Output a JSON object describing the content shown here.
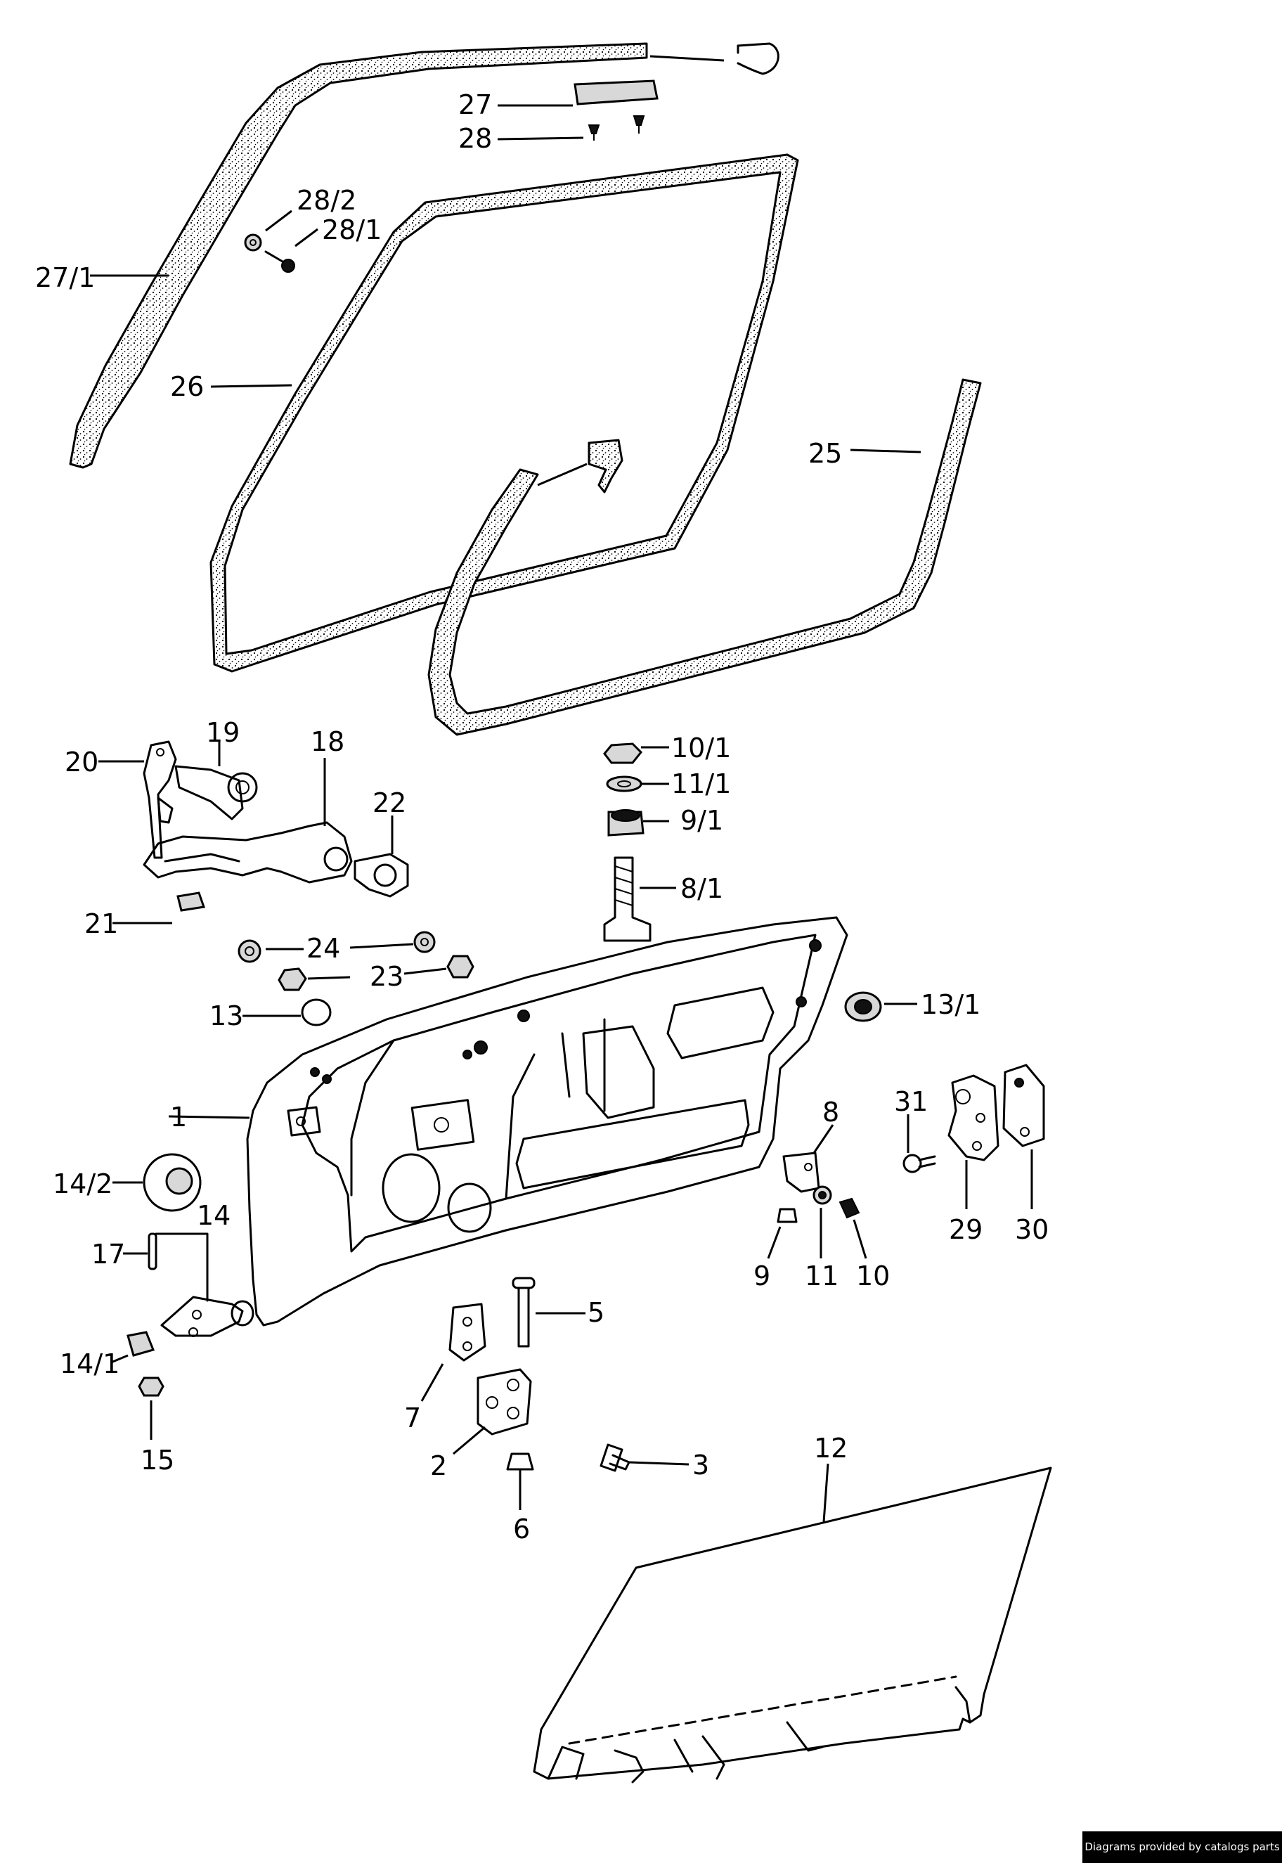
{
  "labels": {
    "p1": "1",
    "p2": "2",
    "p3": "3",
    "p5": "5",
    "p6": "6",
    "p7": "7",
    "p8": "8",
    "p8_1": "8/1",
    "p9": "9",
    "p9_1": "9/1",
    "p10": "10",
    "p10_1": "10/1",
    "p11": "11",
    "p11_1": "11/1",
    "p12": "12",
    "p13": "13",
    "p13_1": "13/1",
    "p14": "14",
    "p14_1": "14/1",
    "p14_2": "14/2",
    "p15": "15",
    "p17": "17",
    "p18": "18",
    "p19": "19",
    "p20": "20",
    "p21": "21",
    "p22": "22",
    "p23": "23",
    "p24": "24",
    "p25": "25",
    "p26": "26",
    "p27": "27",
    "p27_1": "27/1",
    "p28": "28",
    "p28_1": "28/1",
    "p28_2": "28/2",
    "p29": "29",
    "p30": "30",
    "p31": "31"
  },
  "credit": "Diagrams provided by catalogs parts"
}
